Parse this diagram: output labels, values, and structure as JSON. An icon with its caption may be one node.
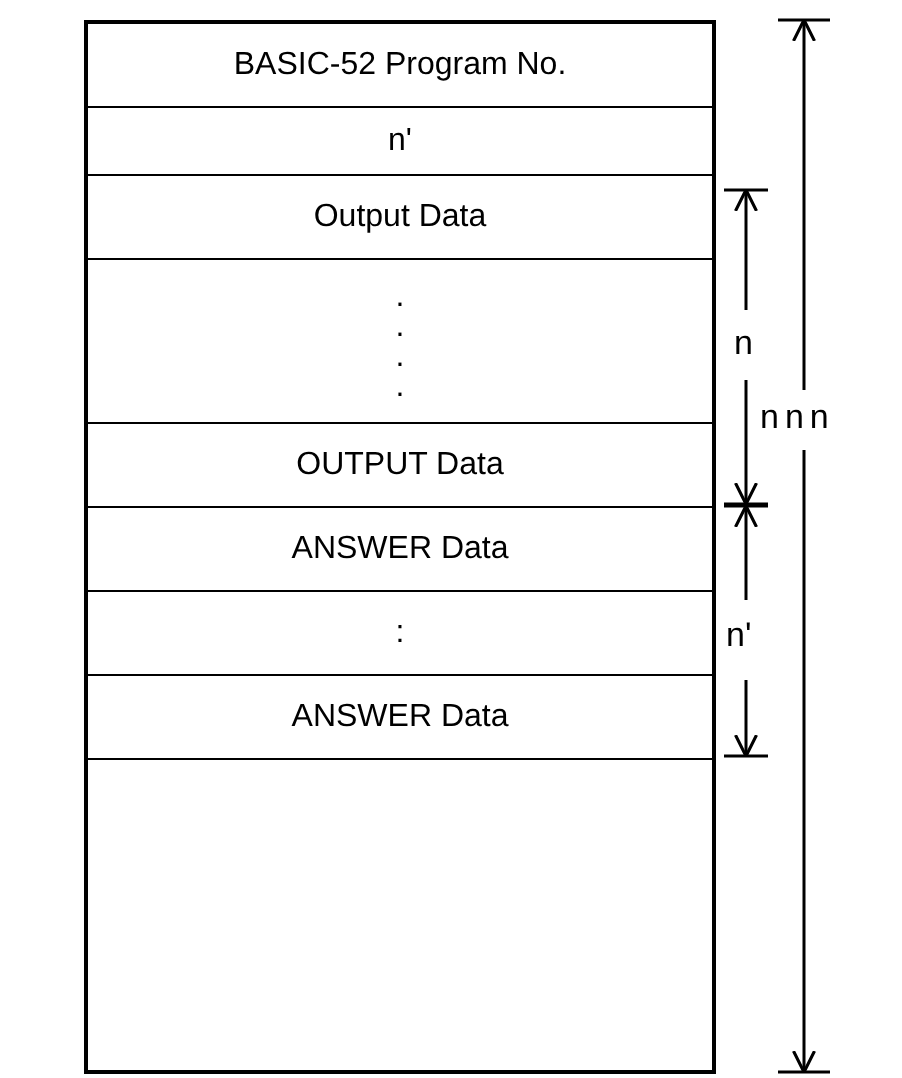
{
  "diagram": {
    "nodes": [
      {
        "text": [],
        "shape": "box"
      },
      {
        "text": [
          "BASIC-52 Program No."
        ],
        "in": 0
      },
      {
        "text": [
          "n'"
        ],
        "in": 0
      },
      {
        "text": [
          "Output Data"
        ],
        "in": 0
      },
      {
        "text": [
          ". . . ."
        ],
        "in": 0
      },
      {
        "text": [
          "OUTPUT Data"
        ],
        "in": 0
      },
      {
        "text": [
          "ANSWER Data"
        ],
        "in": 0
      },
      {
        "text": [
          ":"
        ],
        "in": 0
      },
      {
        "text": [
          "ANSWER Data"
        ],
        "in": 0
      }
    ],
    "labels": [
      "n",
      "nnn",
      "n'"
    ]
  }
}
